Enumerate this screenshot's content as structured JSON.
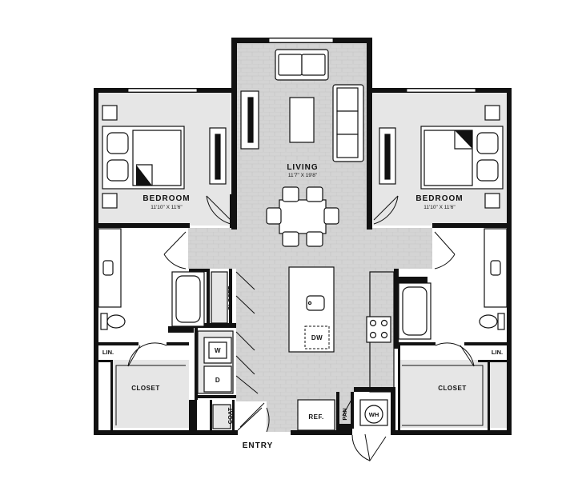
{
  "rooms": {
    "living": {
      "name": "LIVING",
      "dims": "11'7\" X 19'8\""
    },
    "bedroom_left": {
      "name": "BEDROOM",
      "dims": "11'10\" X 11'6\""
    },
    "bedroom_right": {
      "name": "BEDROOM",
      "dims": "11'10\" X 11'6\""
    },
    "closet_left": "CLOSET",
    "closet_right": "CLOSET",
    "closet_hall": "CLOSET",
    "linen_left": "LIN.",
    "linen_right": "LIN.",
    "coat": "COAT",
    "pantry": "PAN",
    "entry": "ENTRY"
  },
  "appliances": {
    "washer": "W",
    "dryer": "D",
    "dishwasher": "DW",
    "refrigerator": "REF.",
    "water_heater": "WH"
  },
  "colors": {
    "wall": "#111111",
    "floor": "#d4d4d4",
    "carpet": "#e6e6e6",
    "fixture": "#ffffff"
  }
}
